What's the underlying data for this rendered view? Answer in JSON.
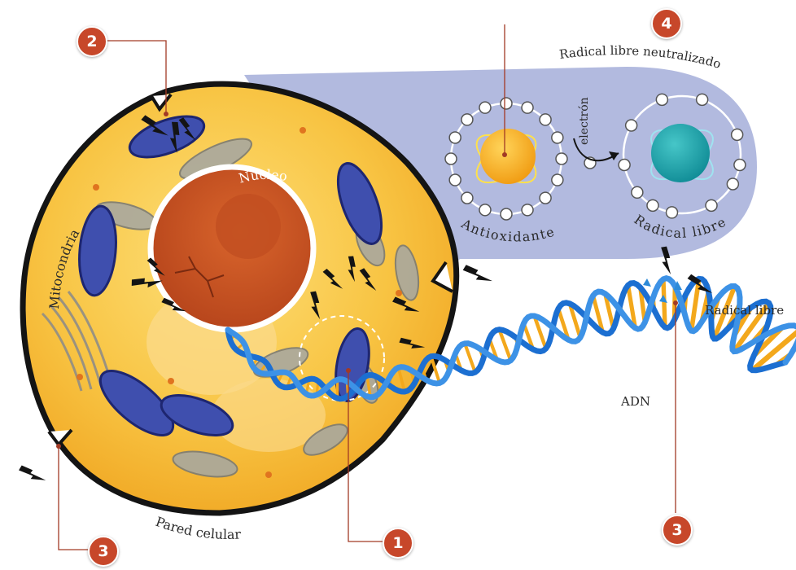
{
  "labels": {
    "nucleus": "Núcleo",
    "mitochondria": "Mitocondria",
    "cell_wall": "Pared celular",
    "antioxidant": "Antioxidante",
    "free_radical_atom": "Radical libre",
    "electron": "electrón",
    "neutralized": "Radical libre neutralizado",
    "free_radical_dna": "Radical libre",
    "dna": "ADN"
  },
  "badges": {
    "b1": "1",
    "b2": "2",
    "b3_left": "3",
    "b3_right": "3",
    "b4": "4"
  },
  "colors": {
    "badge": "#c7472a",
    "cytoplasm": "#f5b62c",
    "nucleus": "#c9511f",
    "mitochondria": "#3f4fae",
    "dna_blue": "#1c6fd1",
    "dna_rung": "#f3a81c",
    "panel": "#aab3dc"
  }
}
